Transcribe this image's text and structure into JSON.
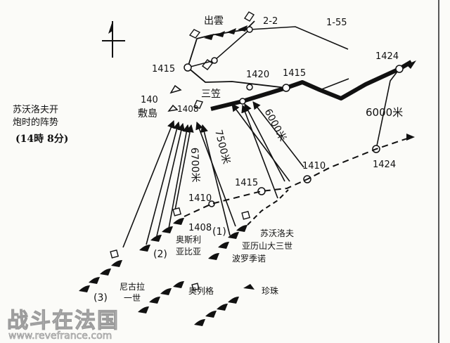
{
  "caption": {
    "line1": "苏沃洛夫开",
    "line2": "炮时的阵势",
    "line3": "(14時 8分)"
  },
  "japanese": {
    "izumo": "出雲",
    "mikasa": "三笠",
    "shikishima": "敷島",
    "shikishima_num": "140"
  },
  "times": {
    "t1415_left": "1415",
    "t1420": "1420",
    "t1415_mid": "1415",
    "t1424_top": "1424",
    "t1424_right": "1424",
    "t1408_top": "1408",
    "t1410_right": "1410",
    "t1415_low": "1415",
    "t1410_left": "1410",
    "t1408_low": "1408"
  },
  "squadrons": {
    "s2_2": "2-2",
    "s1_55": "1-55",
    "g1": "(1)",
    "g2": "(2)",
    "g3": "(3)"
  },
  "distances": {
    "d6000a": "6000米",
    "d6000b": "6000米",
    "d7500": "7500米",
    "d6700": "6700米"
  },
  "russian": {
    "suvorov": "苏沃洛夫",
    "alexander": "亚历山大三世",
    "borodino": "波罗季诺",
    "oslyabya_1": "奥斯利",
    "oslyabya_2": "亚比亚",
    "nikolai_1": "尼古拉",
    "nikolai_2": "一世",
    "oryol": "奥列格",
    "zhemchug": "珍珠"
  },
  "icons": [
    "north-arrow-icon",
    "ship-icon",
    "flag-icon"
  ],
  "watermark": {
    "site_cn": "战斗在法国",
    "site_url": "www.revefrance.com"
  }
}
